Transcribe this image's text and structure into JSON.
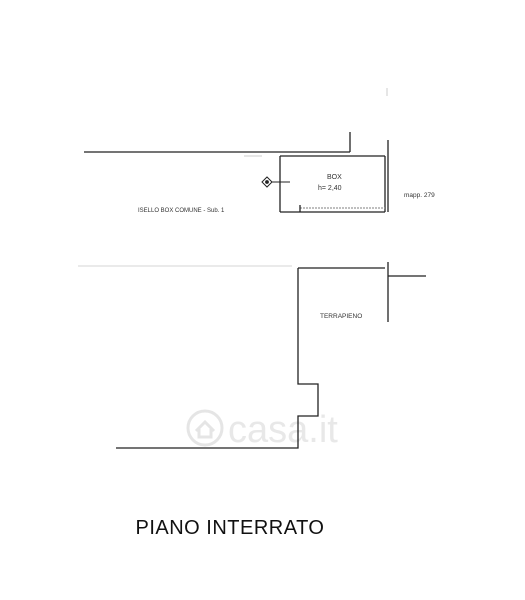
{
  "plan": {
    "box_label": "BOX",
    "box_height_label": "h= 2,40",
    "corridor_label": "ISELLO BOX COMUNE - Sub. 1",
    "mapp_label": "mapp. 279",
    "terrapieno_label": "TERRAPIENO",
    "watermark_text": "casa.it",
    "floor_title": "PIANO INTERRATO"
  },
  "colors": {
    "wall": "#222222",
    "text": "#333333",
    "watermark": "#e6e6e6"
  }
}
